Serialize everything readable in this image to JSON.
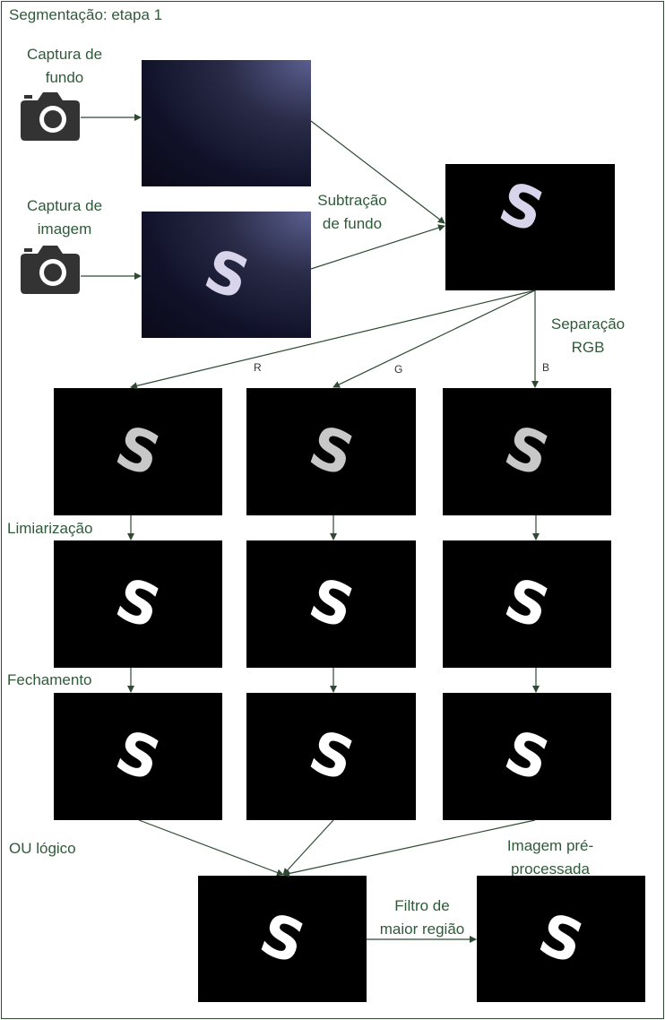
{
  "title": "Segmentação: etapa 1",
  "labels": {
    "capture_background": "Captura de\nfundo",
    "capture_image": "Captura de\nimagem",
    "background_subtraction": "Subtração\nde fundo",
    "rgb_separation": "Separação\nRGB",
    "channel_r": "R",
    "channel_g": "G",
    "channel_b": "B",
    "thresholding": "Limiarização",
    "closing": "Fechamento",
    "logical_or": "OU lógico",
    "largest_region_filter": "Filtro de\nmaior região",
    "preprocessed_image": "Imagem pré-\nprocessada"
  },
  "icons": {
    "camera": "camera-icon"
  },
  "colors": {
    "text": "#2f5a3a",
    "arrow": "#2e4a33",
    "border": "#2e4a33"
  }
}
